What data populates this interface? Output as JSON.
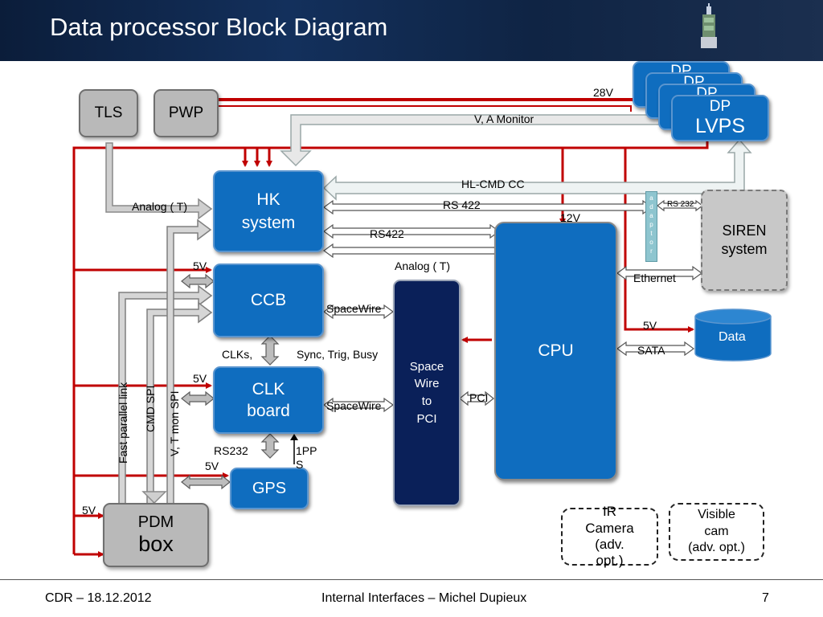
{
  "header": {
    "title": "Data processor Block Diagram"
  },
  "blocks": {
    "tls": "TLS",
    "pwp": "PWP",
    "dp_stack": [
      "DP",
      "DP",
      "DP"
    ],
    "dp_lvps_line1": "DP",
    "dp_lvps_line2": "LVPS",
    "hk_line1": "HK",
    "hk_line2": "system",
    "ccb": "CCB",
    "clk_line1": "CLK",
    "clk_line2": "board",
    "gps": "GPS",
    "pdm_line1": "PDM",
    "pdm_line2": "box",
    "spacewire_pci": [
      "Space",
      "Wire",
      "to",
      "PCI"
    ],
    "cpu": "CPU",
    "siren_line1": "SIREN",
    "siren_line2": "system",
    "data": "Data",
    "ir_camera": [
      "IR",
      "Camera",
      "(adv.",
      "opt.)"
    ],
    "visible_cam": [
      "Visible",
      "cam",
      "(adv. opt.)"
    ],
    "adaptor_letters": [
      "a",
      "d",
      "a",
      "p",
      "t",
      "o",
      "r"
    ]
  },
  "labels": {
    "v28": "28V",
    "va_monitor": "V, A  Monitor",
    "hl_cmd": "HL-CMD  CC",
    "rs422_top": "RS 422",
    "v12": "12V",
    "rs422_mid": "RS422",
    "analog_t_left": "Analog ( T)",
    "analog_t_mid": "Analog ( T)",
    "rs232_siren": "RS 232",
    "ethernet": "Ethernet",
    "v5_ccb": "5V",
    "spacewire_ccb": "SpaceWire",
    "clks": "CLKs,",
    "sync_trig": "Sync, Trig, Busy",
    "v5_clk": "5V",
    "spacewire_clk": "SpaceWire",
    "pci": "PCI",
    "rs232_gps": "RS232",
    "pps_1": "1PP",
    "pps_2": "S",
    "v5_gps": "5V",
    "v5_pdm": "5V",
    "v5_data": "5V",
    "sata": "SATA",
    "fast_parallel": "Fast parallel link",
    "cmd_spi": "CMD SPI",
    "v_t_mon_spi": "V, T mon  SPI"
  },
  "footer": {
    "left": "CDR – 18.12.2012",
    "center": "Internal Interfaces – Michel Dupieux",
    "page": "7"
  },
  "colors": {
    "block_blue": "#0f6dbf",
    "block_gray": "#b9b9b9",
    "block_navy": "#0a2059",
    "power_red": "#c00000",
    "header_navy": "#0b1d3a"
  }
}
